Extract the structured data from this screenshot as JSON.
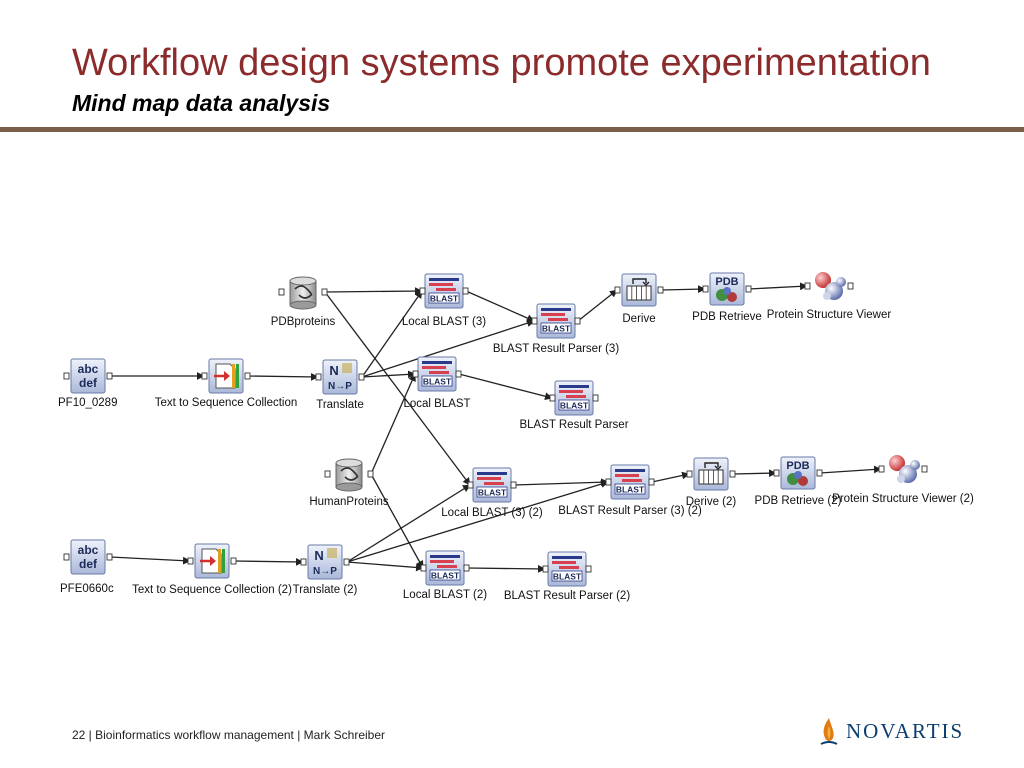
{
  "title": "Workflow design systems promote experimentation",
  "subtitle": "Mind map data analysis",
  "footer": "22 | Bioinformatics workflow management | Mark Schreiber",
  "logo_text": "NOVARTIS",
  "colors": {
    "title": "#8b2b2b",
    "rule": "#7a6049",
    "logo": "#0b3d6e"
  },
  "nodes": {
    "pf10": {
      "label": "PF10_0289",
      "icon": "text-abc-def-icon",
      "glyph_top": "abc",
      "glyph_bottom": "def"
    },
    "tsc1": {
      "label": "Text to Sequence Collection",
      "icon": "text-to-sequence-icon"
    },
    "pdbproteins": {
      "label": "PDBproteins",
      "icon": "database-icon"
    },
    "translate1": {
      "label": "Translate",
      "icon": "translate-icon",
      "glyph": "N→P"
    },
    "lb3": {
      "label": "Local BLAST (3)",
      "icon": "blast-icon",
      "glyph": "BLAST"
    },
    "lb": {
      "label": "Local BLAST",
      "icon": "blast-icon",
      "glyph": "BLAST"
    },
    "brp3": {
      "label": "BLAST Result Parser (3)",
      "icon": "blast-icon",
      "glyph": "BLAST"
    },
    "brp": {
      "label": "BLAST Result Parser",
      "icon": "blast-icon",
      "glyph": "BLAST"
    },
    "derive": {
      "label": "Derive",
      "icon": "derive-table-icon"
    },
    "pdbr": {
      "label": "PDB Retrieve",
      "icon": "pdb-icon",
      "glyph": "PDB"
    },
    "psv": {
      "label": "Protein Structure Viewer",
      "icon": "protein-structure-icon"
    },
    "humanproteins": {
      "label": "HumanProteins",
      "icon": "database-icon"
    },
    "lb32": {
      "label": "Local BLAST (3) (2)",
      "icon": "blast-icon",
      "glyph": "BLAST"
    },
    "brp32": {
      "label": "BLAST Result Parser (3) (2)",
      "icon": "blast-icon",
      "glyph": "BLAST"
    },
    "derive2": {
      "label": "Derive (2)",
      "icon": "derive-table-icon"
    },
    "pdbr2": {
      "label": "PDB Retrieve (2)",
      "icon": "pdb-icon",
      "glyph": "PDB"
    },
    "psv2": {
      "label": "Protein Structure Viewer (2)",
      "icon": "protein-structure-icon"
    },
    "pfe": {
      "label": "PFE0660c",
      "icon": "text-abc-def-icon",
      "glyph_top": "abc",
      "glyph_bottom": "def"
    },
    "tsc2": {
      "label": "Text to Sequence Collection (2)",
      "icon": "text-to-sequence-icon"
    },
    "translate2": {
      "label": "Translate (2)",
      "icon": "translate-icon",
      "glyph": "N→P"
    },
    "lb2": {
      "label": "Local BLAST (2)",
      "icon": "blast-icon",
      "glyph": "BLAST"
    },
    "brp2": {
      "label": "BLAST Result Parser (2)",
      "icon": "blast-icon",
      "glyph": "BLAST"
    }
  },
  "edges": [
    [
      "pf10",
      "tsc1"
    ],
    [
      "tsc1",
      "translate1"
    ],
    [
      "pdbproteins",
      "lb3"
    ],
    [
      "pdbproteins",
      "lb32"
    ],
    [
      "translate1",
      "lb3"
    ],
    [
      "translate1",
      "brp3"
    ],
    [
      "translate1",
      "lb"
    ],
    [
      "lb3",
      "brp3"
    ],
    [
      "lb",
      "brp"
    ],
    [
      "brp3",
      "derive"
    ],
    [
      "derive",
      "pdbr"
    ],
    [
      "pdbr",
      "psv"
    ],
    [
      "humanproteins",
      "lb"
    ],
    [
      "humanproteins",
      "lb2"
    ],
    [
      "pfe",
      "tsc2"
    ],
    [
      "tsc2",
      "translate2"
    ],
    [
      "translate2",
      "lb32"
    ],
    [
      "translate2",
      "brp32"
    ],
    [
      "translate2",
      "lb2"
    ],
    [
      "lb32",
      "brp32"
    ],
    [
      "lb2",
      "brp2"
    ],
    [
      "brp32",
      "derive2"
    ],
    [
      "derive2",
      "pdbr2"
    ],
    [
      "pdbr2",
      "psv2"
    ]
  ]
}
